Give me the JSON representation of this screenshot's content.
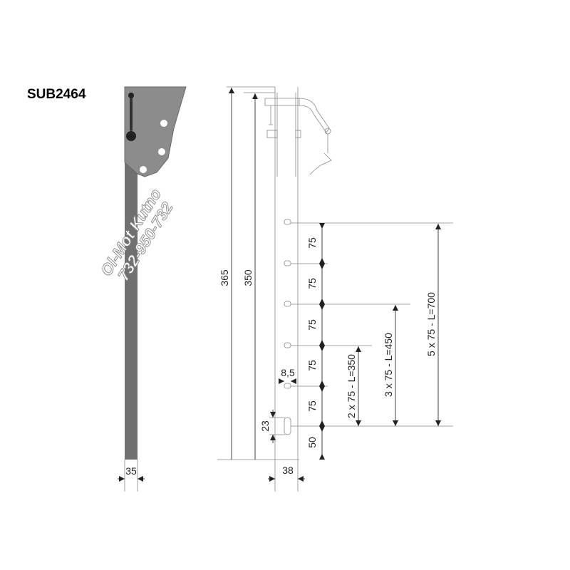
{
  "title": "SUB2464",
  "watermark": {
    "line1": "Ol-Mot Kutno",
    "line2": "732-950-732"
  },
  "dimensions": {
    "left_width": "35",
    "total_height": "365",
    "inner_height": "350",
    "spacing": [
      "75",
      "75",
      "75",
      "75",
      "75"
    ],
    "bottom": "50",
    "slot_width": "8,5",
    "pin_height": "23",
    "right_width": "38",
    "span_2": "2 x 75 - L=350",
    "span_3": "3 x 75 - L=450",
    "span_5": "5 x 75 - L=700"
  },
  "colors": {
    "plate": "#8c8c8c",
    "bar": "#707070"
  }
}
